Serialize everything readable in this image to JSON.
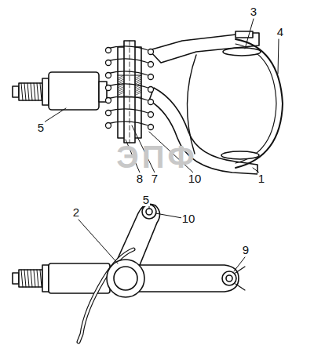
{
  "diagram": {
    "labels": [
      "3",
      "4",
      "5",
      "8",
      "7",
      "10",
      "1",
      "5",
      "10",
      "2",
      "9",
      "ЭПФ"
    ]
  }
}
